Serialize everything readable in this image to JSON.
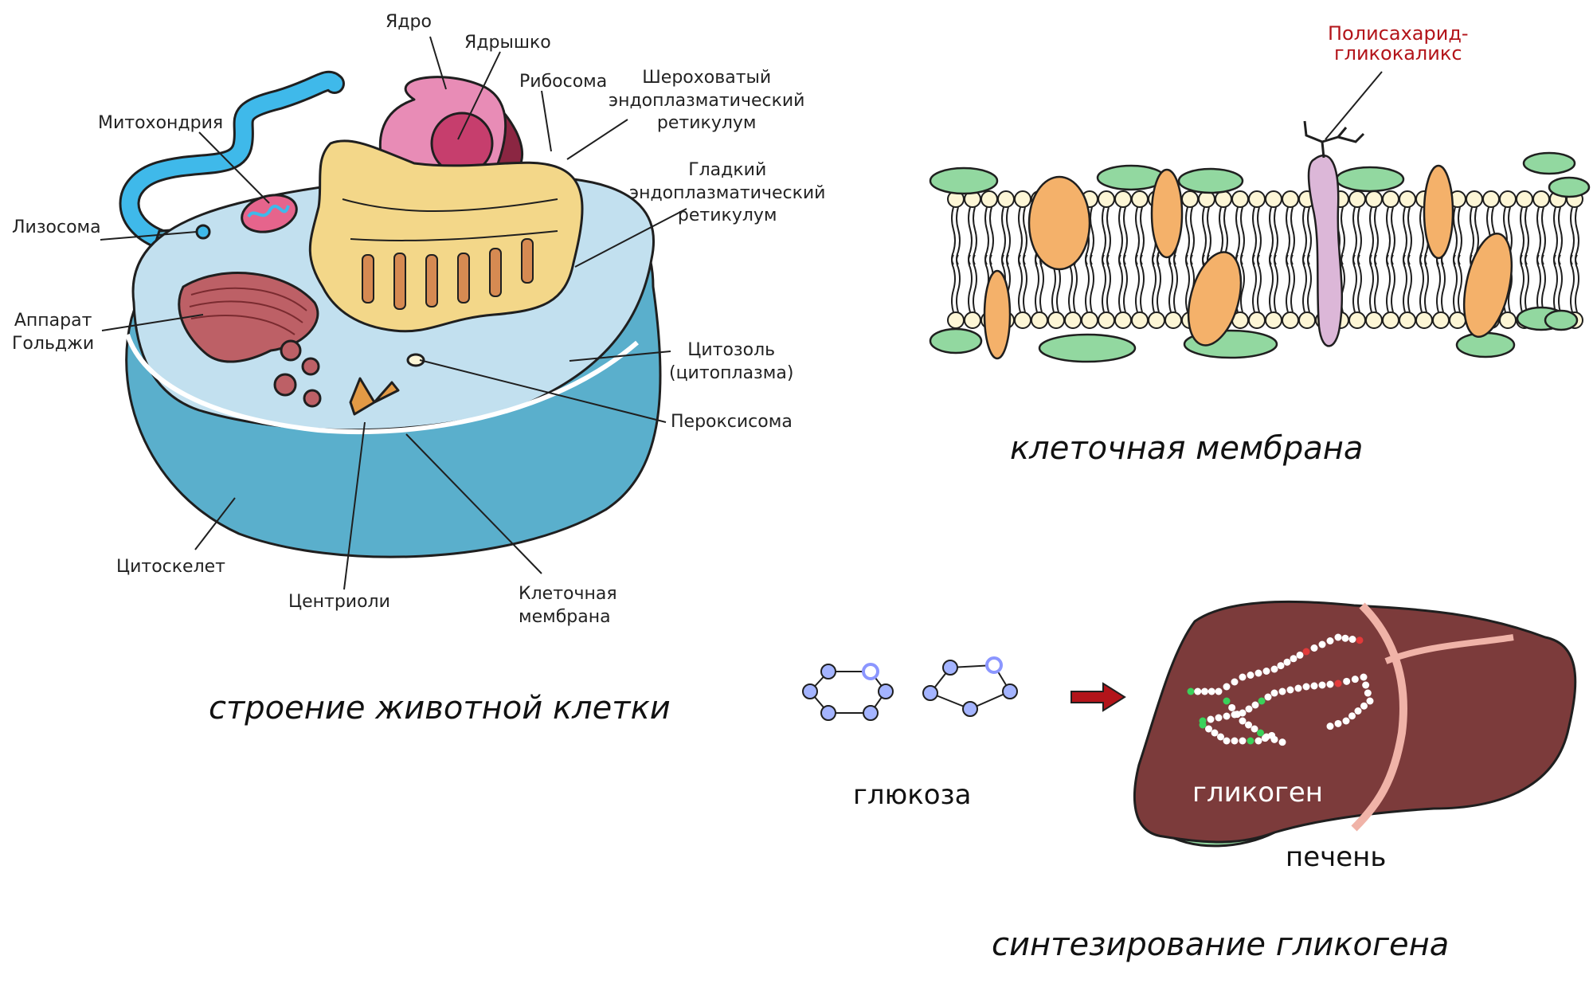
{
  "cell": {
    "caption": "строение животной клетки",
    "labels": {
      "nucleus": "Ядро",
      "nucleolus": "Ядрышко",
      "ribosome": "Рибосома",
      "rough_er": "Шероховатый\nэндоплазматический\nретикулум",
      "mitochondrion": "Митохондрия",
      "smooth_er": "Гладкий\nэндоплазматический\nретикулум",
      "lysosome": "Лизосома",
      "golgi": "Аппарат\nГольджи",
      "cytosol": "Цитозоль\n(цитоплазма)",
      "peroxisome": "Пероксисома",
      "cytoskeleton": "Цитоскелет",
      "centrioles": "Центриоли",
      "cell_membrane": "Клеточная\nмембрана"
    }
  },
  "membrane": {
    "glycocalyx_label": "Полисахарид-\nгликокаликс",
    "caption": "клеточная мембрана"
  },
  "glycogen": {
    "glucose_label": "глюкоза",
    "glycogen_label": "гликоген",
    "liver_label": "печень",
    "caption": "синтезирование гликогена"
  },
  "colors": {
    "cell_blue": "#5aafcc",
    "cytoplasm": "#c2e0ef",
    "nucleus_pink": "#e88cb6",
    "nucleus_dark": "#8b2642",
    "er_yellow": "#f3d789",
    "golgi": "#bd6066",
    "lipid_head": "#fdf6d6",
    "membrane_green": "#92d8a0",
    "protein_orange": "#f4b16a",
    "protein_lilac": "#dcb7d8",
    "liver": "#7c3b3b",
    "glycocalyx_red": "#b3141a"
  }
}
